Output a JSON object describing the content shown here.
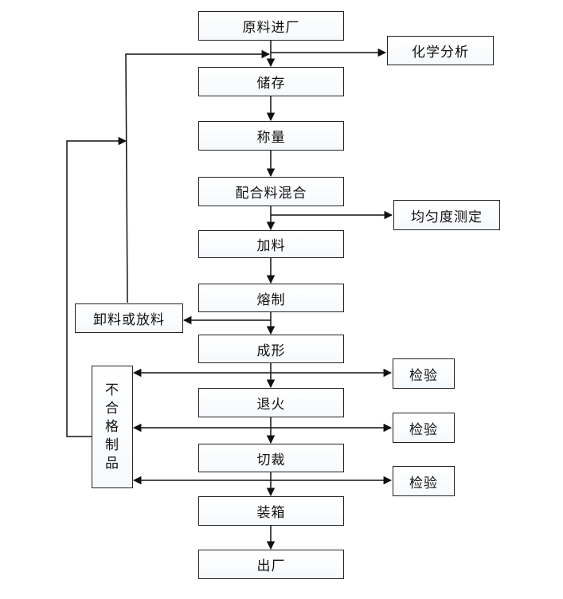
{
  "steps": [
    "原料进厂",
    "储存",
    "称量",
    "配合料混合",
    "加料",
    "熔制",
    "成形",
    "退火",
    "切裁",
    "装箱",
    "出厂"
  ],
  "side_boxes": {
    "chemical_analysis": "化学分析",
    "uniformity_test": "均匀度测定",
    "unload_or_discharge": "卸料或放料",
    "inspection_1": "检验",
    "inspection_2": "检验",
    "inspection_3": "检验"
  },
  "rejects": [
    "不",
    "合",
    "格",
    "制",
    "品"
  ]
}
